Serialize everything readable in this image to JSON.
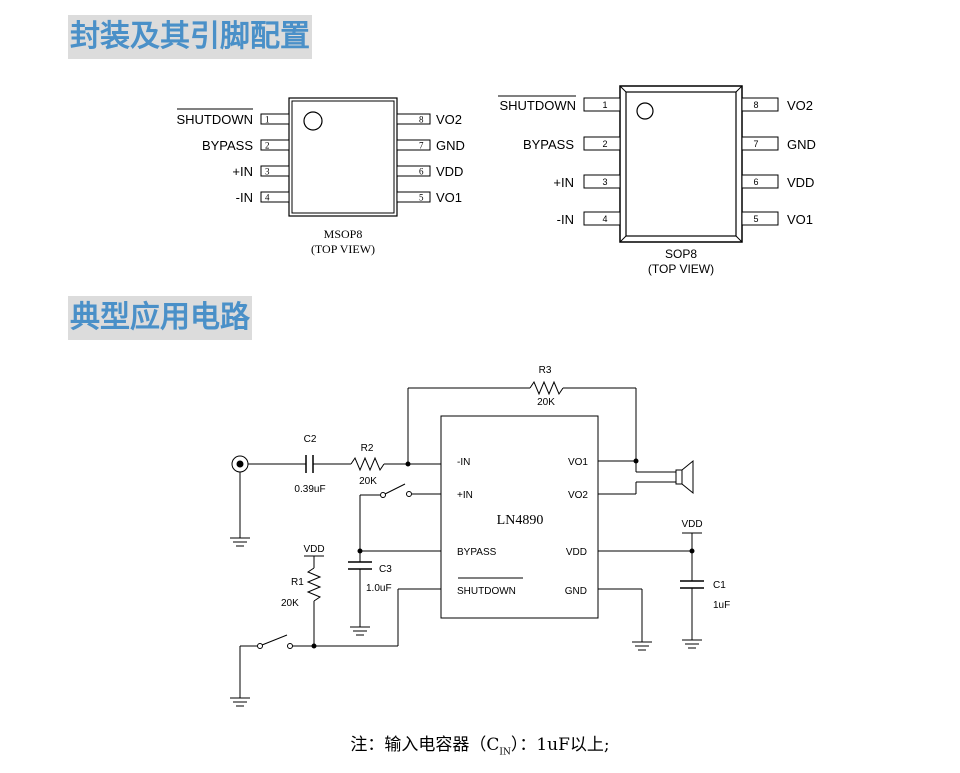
{
  "sections": {
    "pin_title": "封装及其引脚配置",
    "app_title": "典型应用电路"
  },
  "msop8": {
    "left_pins": [
      {
        "num": "1",
        "name": "SHUTDOWN"
      },
      {
        "num": "2",
        "name": "BYPASS"
      },
      {
        "num": "3",
        "name": "+IN"
      },
      {
        "num": "4",
        "name": "-IN"
      }
    ],
    "right_pins": [
      {
        "num": "8",
        "name": "VO2"
      },
      {
        "num": "7",
        "name": "GND"
      },
      {
        "num": "6",
        "name": "VDD"
      },
      {
        "num": "5",
        "name": "VO1"
      }
    ],
    "caption": "MSOP8",
    "view": "(TOP VIEW)"
  },
  "sop8": {
    "left_pins": [
      {
        "num": "1",
        "name": "SHUTDOWN"
      },
      {
        "num": "2",
        "name": "BYPASS"
      },
      {
        "num": "3",
        "name": "+IN"
      },
      {
        "num": "4",
        "name": "-IN"
      }
    ],
    "right_pins": [
      {
        "num": "8",
        "name": "VO2"
      },
      {
        "num": "7",
        "name": "GND"
      },
      {
        "num": "6",
        "name": "VDD"
      },
      {
        "num": "5",
        "name": "VO1"
      }
    ],
    "caption": "SOP8",
    "view": "(TOP VIEW)"
  },
  "circuit": {
    "chip": "LN4890",
    "chip_pins": {
      "minus_in": "-IN",
      "plus_in": "+IN",
      "bypass": "BYPASS",
      "shutdown": "SHUTDOWN",
      "vo1": "VO1",
      "vo2": "VO2",
      "vdd": "VDD",
      "gnd": "GND"
    },
    "c2": {
      "name": "C2",
      "value": "0.39uF"
    },
    "r2": {
      "name": "R2",
      "value": "20K"
    },
    "r3": {
      "name": "R3",
      "value": "20K"
    },
    "c3": {
      "name": "C3",
      "value": "1.0uF"
    },
    "r1": {
      "name": "R1",
      "value": "20K"
    },
    "c1": {
      "name": "C1",
      "value": "1uF"
    },
    "vdd_label": "VDD",
    "vdd_label_right": "VDD"
  },
  "note": {
    "prefix": "注：输入电容器（C",
    "sub": "IN",
    "suffix": "）：1uF以上;"
  }
}
